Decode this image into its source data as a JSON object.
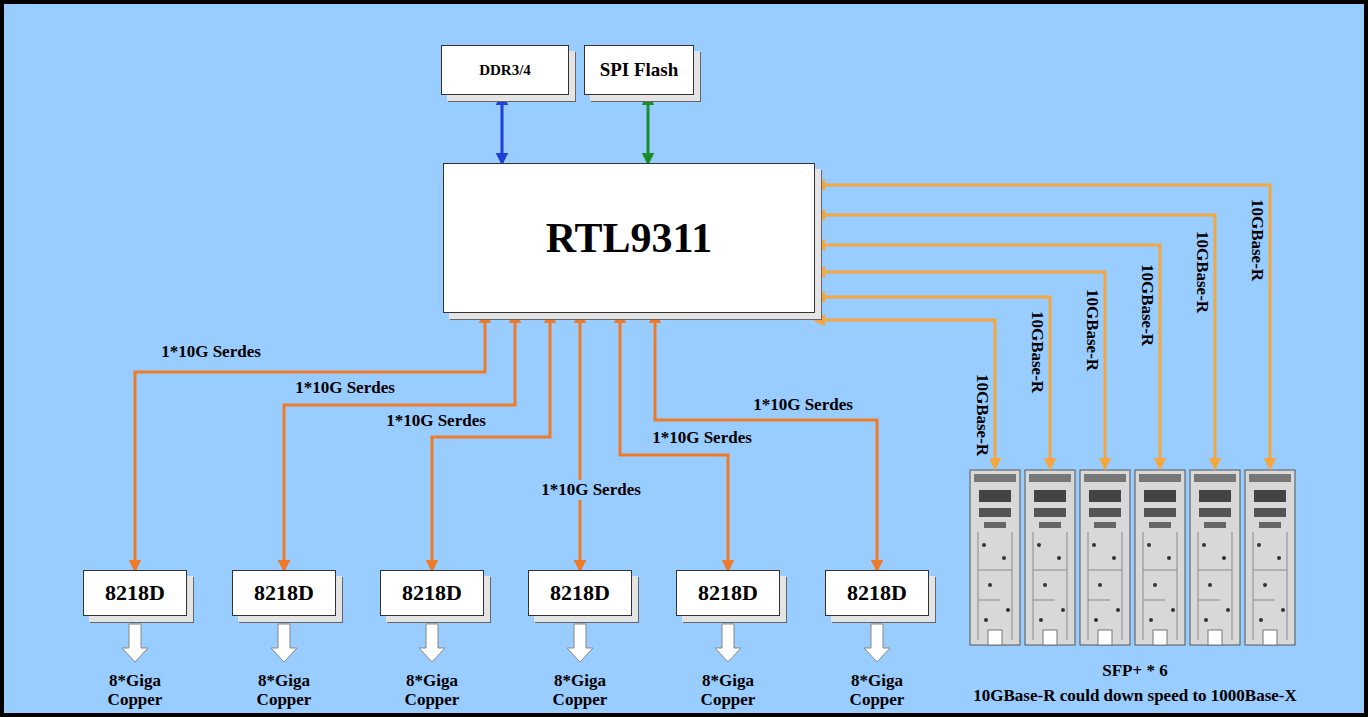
{
  "diagram": {
    "nodes": [
      {
        "text": [
          "DDR3/4"
        ]
      },
      {
        "text": [
          "SPI Flash"
        ]
      },
      {
        "text": [
          "RTL9311"
        ]
      },
      {
        "text": [
          "8218D"
        ]
      },
      {
        "text": [
          "8218D"
        ]
      },
      {
        "text": [
          "8218D"
        ]
      },
      {
        "text": [
          "8218D"
        ]
      },
      {
        "text": [
          "8218D"
        ]
      },
      {
        "text": [
          "8218D"
        ]
      },
      {
        "text": [
          "SFP+ * 6",
          "10GBase-R could down speed to 1000Base-X"
        ]
      }
    ],
    "edges": [
      {
        "from": 0,
        "to": 2,
        "arrow": "both"
      },
      {
        "from": 1,
        "to": 2,
        "arrow": "both"
      },
      {
        "from": 2,
        "to": 3,
        "label": "1*10G Serdes",
        "arrow": "both"
      },
      {
        "from": 2,
        "to": 4,
        "label": "1*10G Serdes",
        "arrow": "both"
      },
      {
        "from": 2,
        "to": 5,
        "label": "1*10G Serdes",
        "arrow": "both"
      },
      {
        "from": 2,
        "to": 6,
        "label": "1*10G Serdes",
        "arrow": "both"
      },
      {
        "from": 2,
        "to": 7,
        "label": "1*10G Serdes",
        "arrow": "both"
      },
      {
        "from": 2,
        "to": 8,
        "label": "1*10G Serdes",
        "arrow": "both"
      },
      {
        "from": 2,
        "to": 9,
        "label": "10GBase-R",
        "arrow": "both"
      },
      {
        "from": 2,
        "to": 9,
        "label": "10GBase-R",
        "arrow": "both"
      },
      {
        "from": 2,
        "to": 9,
        "label": "10GBase-R",
        "arrow": "both"
      },
      {
        "from": 2,
        "to": 9,
        "label": "10GBase-R",
        "arrow": "both"
      },
      {
        "from": 2,
        "to": 9,
        "label": "10GBase-R",
        "arrow": "both"
      },
      {
        "from": 2,
        "to": 9,
        "label": "10GBase-R",
        "arrow": "both"
      }
    ],
    "labels": [
      "8*Giga Copper",
      "8*Giga Copper",
      "8*Giga Copper",
      "8*Giga Copper",
      "8*Giga Copper",
      "8*Giga Copper"
    ]
  }
}
